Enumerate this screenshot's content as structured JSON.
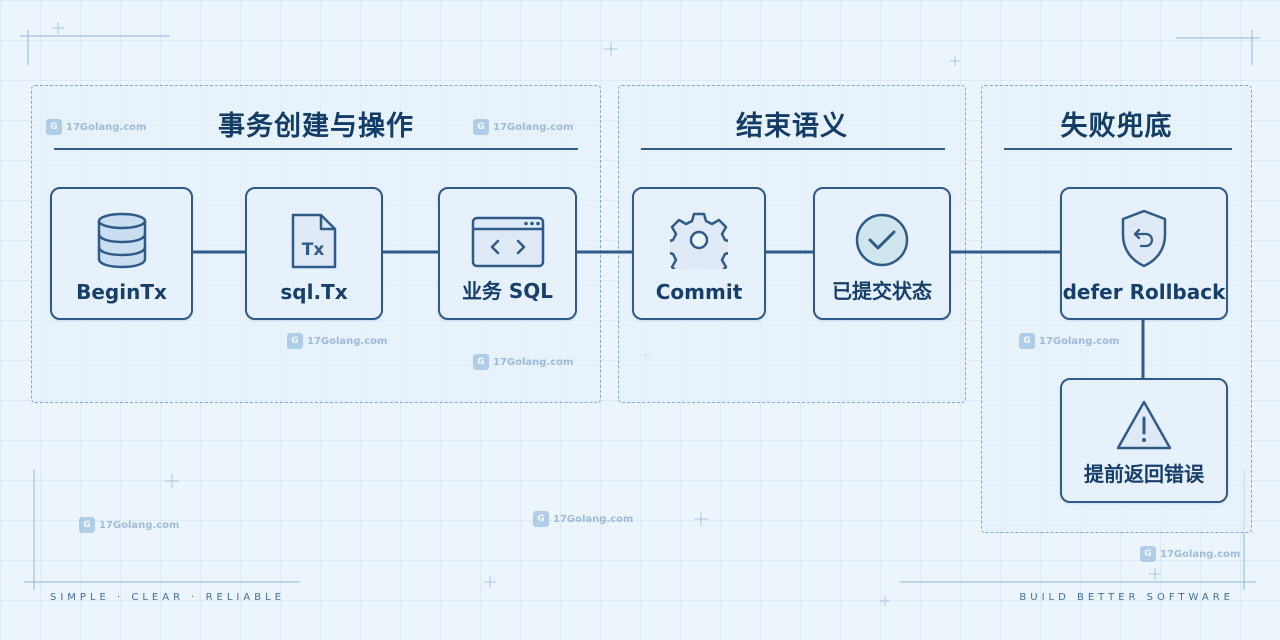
{
  "panels": {
    "create": {
      "title": "事务创建与操作"
    },
    "end": {
      "title": "结束语义"
    },
    "fallback": {
      "title": "失败兜底"
    }
  },
  "nodes": {
    "begin_tx": {
      "label": "BeginTx",
      "icon": "database-icon"
    },
    "sql_tx": {
      "label": "sql.Tx",
      "icon": "tx-file-icon",
      "icon_text": "Tx"
    },
    "business_sql": {
      "label": "业务 SQL",
      "icon": "code-window-icon"
    },
    "commit": {
      "label": "Commit",
      "icon": "gear-icon"
    },
    "committed": {
      "label": "已提交状态",
      "icon": "check-circle-icon"
    },
    "defer_rollback": {
      "label": "defer Rollback",
      "icon": "shield-undo-icon"
    },
    "early_return": {
      "label": "提前返回错误",
      "icon": "warning-icon"
    }
  },
  "footer": {
    "left": "SIMPLE · CLEAR · RELIABLE",
    "right": "BUILD BETTER SOFTWARE"
  },
  "watermark": {
    "text": "17Golang.com"
  },
  "colors": {
    "stroke": "#2e5b88",
    "node_fill": "#e6f1fb",
    "icon_fill": "#c9def1",
    "background": "#edf5fc"
  }
}
